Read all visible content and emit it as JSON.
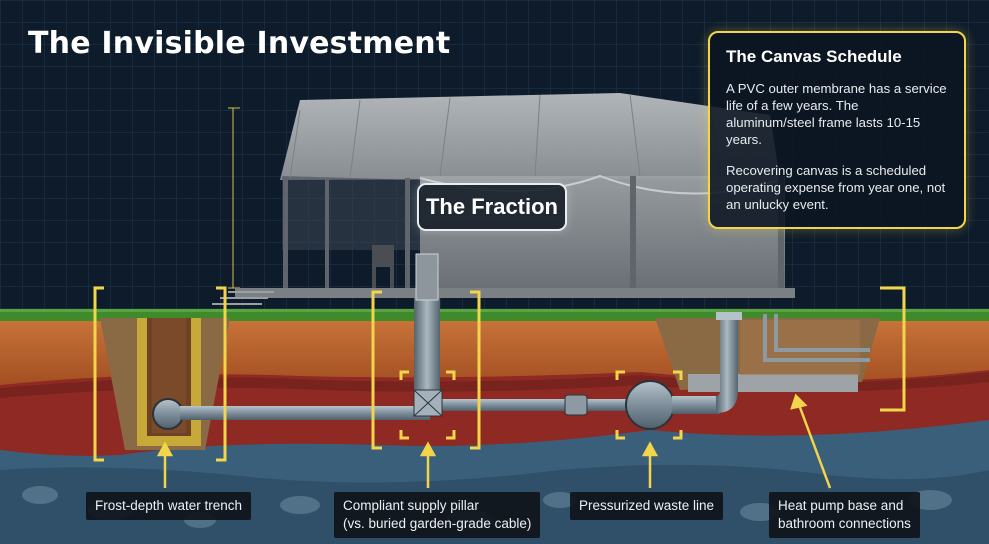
{
  "title": "The Invisible Investment",
  "callout": {
    "heading": "The Canvas Schedule",
    "paragraph1": "A PVC outer membrane has a service life of a few years. The aluminum/steel frame lasts 10-15 years.",
    "paragraph2": "Recovering canvas is a scheduled operating expense from year one, not an unlucky event."
  },
  "center_label": "The Fraction",
  "labels": {
    "trench": "Frost-depth water trench",
    "pillar_line1": "Compliant supply pillar",
    "pillar_line2": "(vs. buried garden-grade cable)",
    "waste": "Pressurized waste line",
    "heatpump_line1": "Heat pump base and",
    "heatpump_line2": "bathroom connections"
  },
  "colors": {
    "background": "#0d1b2a",
    "highlight": "#f2d54a",
    "topsoil": "#b8642c",
    "subsoil": "#8e2a23",
    "bedrock": "#3a5f7a",
    "grass": "#3f8b2c"
  }
}
